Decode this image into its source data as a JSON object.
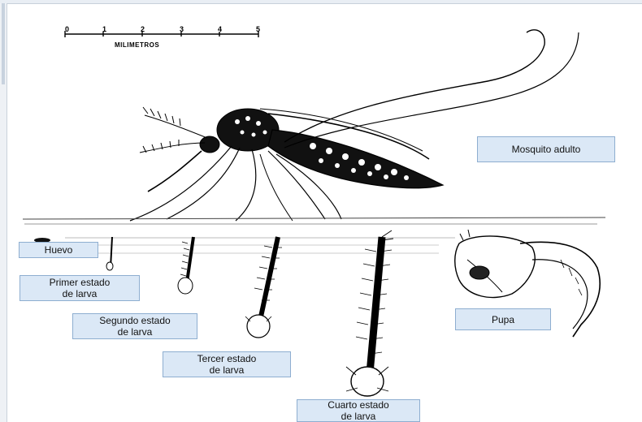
{
  "scale": {
    "ticks": [
      "0",
      "1",
      "2",
      "3",
      "4",
      "5"
    ],
    "unit": "MILIMETROS"
  },
  "labels": {
    "adult": "Mosquito adulto",
    "egg": "Huevo",
    "first_instar": [
      "Primer estado",
      "de larva"
    ],
    "second_instar": [
      "Segundo estado",
      "de larva"
    ],
    "third_instar": [
      "Tercer estado",
      "de larva"
    ],
    "fourth_instar": [
      "Cuarto estado",
      "de larva"
    ],
    "pupa": "Pupa"
  }
}
